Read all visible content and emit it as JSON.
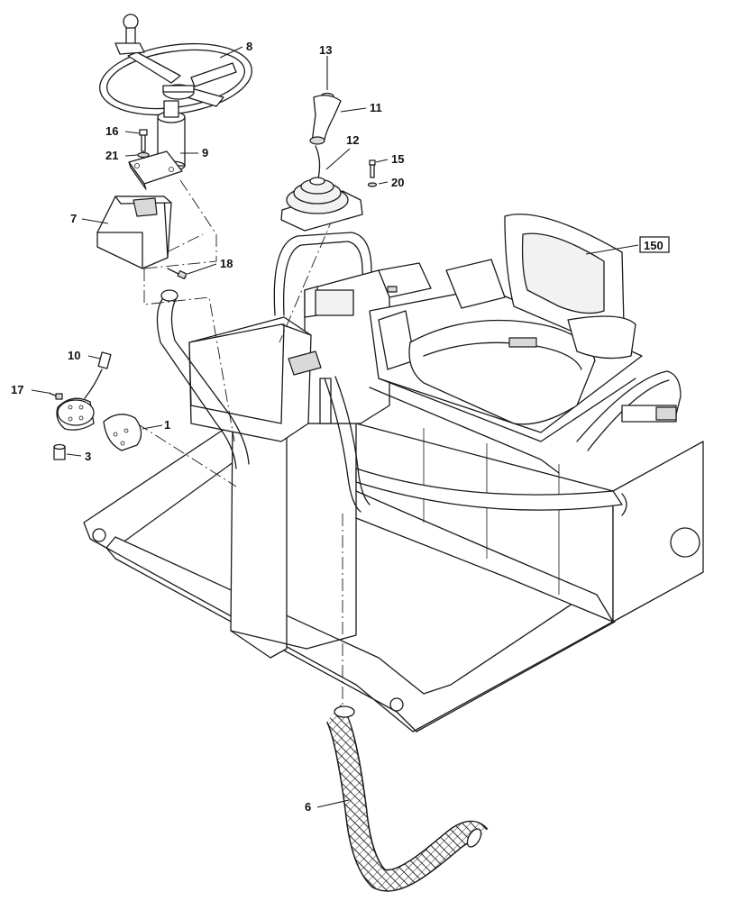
{
  "diagram": {
    "callouts": [
      {
        "id": "c1",
        "text": "1"
      },
      {
        "id": "c3",
        "text": "3"
      },
      {
        "id": "c6",
        "text": "6"
      },
      {
        "id": "c7",
        "text": "7"
      },
      {
        "id": "c8",
        "text": "8"
      },
      {
        "id": "c9",
        "text": "9"
      },
      {
        "id": "c10",
        "text": "10"
      },
      {
        "id": "c11",
        "text": "11"
      },
      {
        "id": "c12",
        "text": "12"
      },
      {
        "id": "c13",
        "text": "13"
      },
      {
        "id": "c15",
        "text": "15"
      },
      {
        "id": "c16",
        "text": "16"
      },
      {
        "id": "c17",
        "text": "17"
      },
      {
        "id": "c18",
        "text": "18"
      },
      {
        "id": "c20",
        "text": "20"
      },
      {
        "id": "c21",
        "text": "21"
      },
      {
        "id": "c150",
        "text": "150"
      }
    ]
  }
}
